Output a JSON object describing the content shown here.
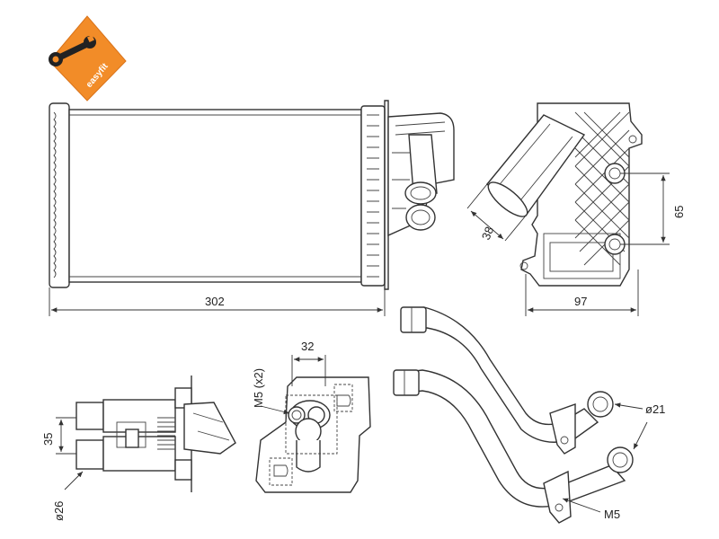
{
  "logo": {
    "text": "easyfit",
    "icon": "wrench-icon",
    "color": "#f28c28"
  },
  "dimensions": {
    "core_width": "302",
    "outlet_spacing": "65",
    "outlet_angle_offset": "38",
    "bracket_depth": "97",
    "flange_width": "32",
    "flange_bolt": "M5 (x2)",
    "pipe_spacing": "35",
    "pipe_diameter_left": "ø26",
    "pipe_diameter_right": "ø21",
    "bracket_bolt": "M5"
  },
  "colors": {
    "line": "#333333",
    "background": "#ffffff"
  }
}
